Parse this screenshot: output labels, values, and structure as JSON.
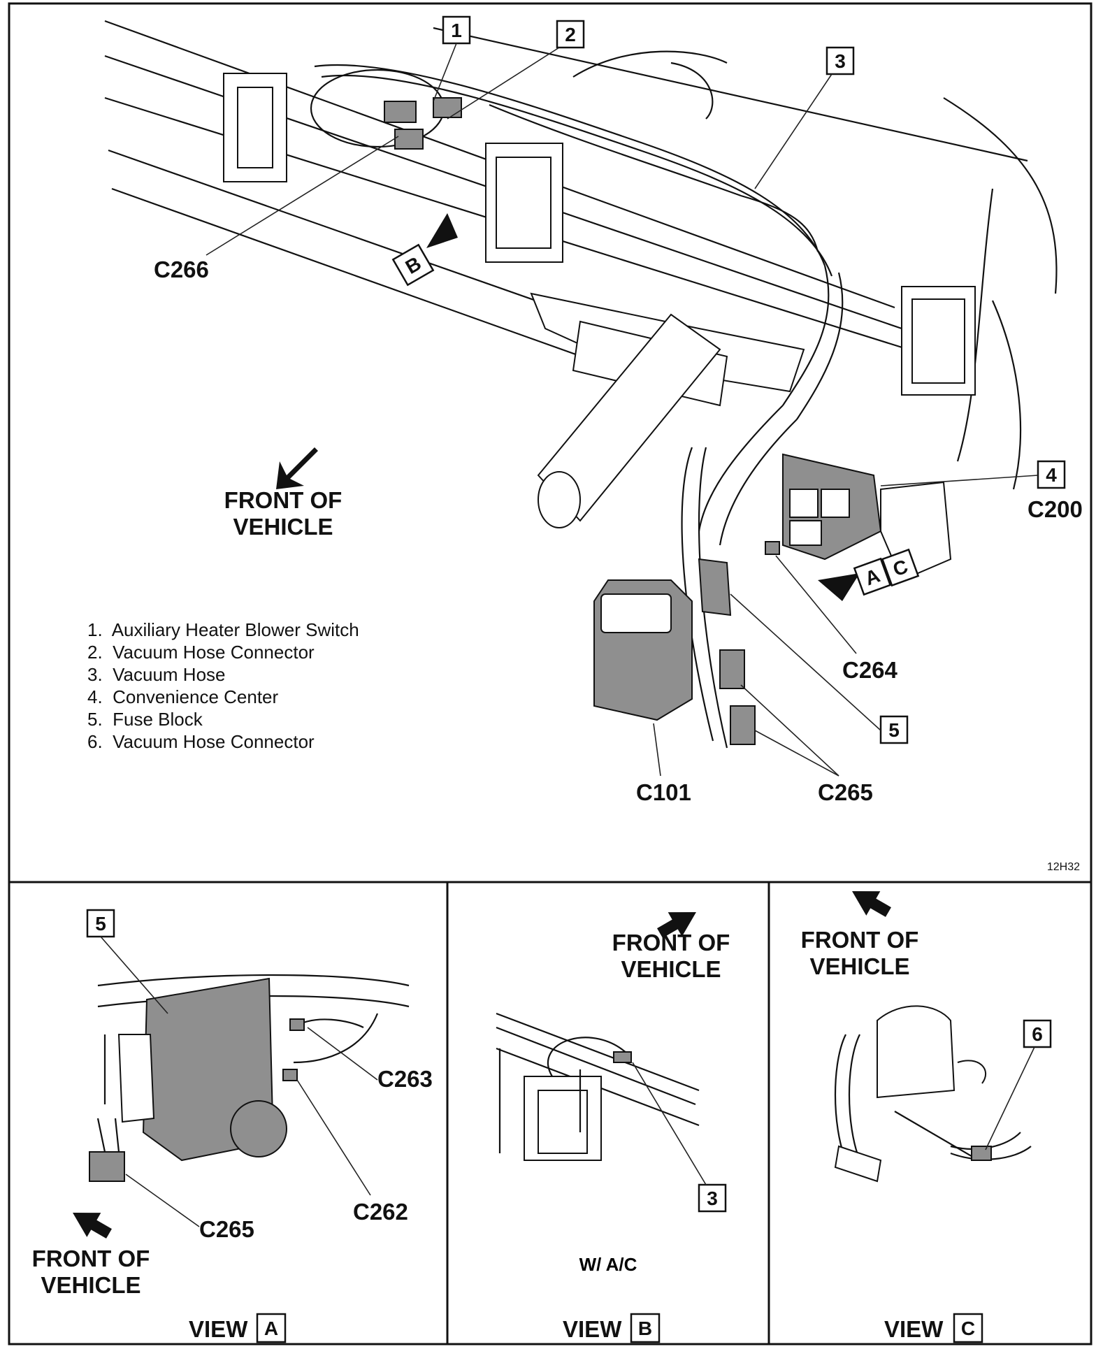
{
  "main_view": {
    "callouts": {
      "n1": "1",
      "n2": "2",
      "n3": "3",
      "n4": "4",
      "n5": "5"
    },
    "connectors": {
      "c266": "C266",
      "c200": "C200",
      "c264": "C264",
      "c101": "C101",
      "c265": "C265"
    },
    "view_markers": {
      "b": "B",
      "a": "A",
      "c": "C"
    },
    "front_of_vehicle": [
      "FRONT OF",
      "VEHICLE"
    ],
    "legend": [
      "1.  Auxiliary Heater Blower Switch",
      "2.  Vacuum Hose Connector",
      "3.  Vacuum Hose",
      "4.  Convenience Center",
      "5.  Fuse Block",
      "6.  Vacuum Hose Connector"
    ],
    "figure_code": "12H32"
  },
  "view_a": {
    "callout": "5",
    "connectors": {
      "c263": "C263",
      "c262": "C262",
      "c265": "C265"
    },
    "front_of_vehicle": [
      "FRONT OF",
      "VEHICLE"
    ],
    "view_word": "VIEW",
    "view_letter": "A"
  },
  "view_b": {
    "callout": "3",
    "front_of_vehicle": [
      "FRONT OF",
      "VEHICLE"
    ],
    "note": "W/ A/C",
    "view_word": "VIEW",
    "view_letter": "B"
  },
  "view_c": {
    "callout": "6",
    "front_of_vehicle": [
      "FRONT OF",
      "VEHICLE"
    ],
    "view_word": "VIEW",
    "view_letter": "C"
  }
}
